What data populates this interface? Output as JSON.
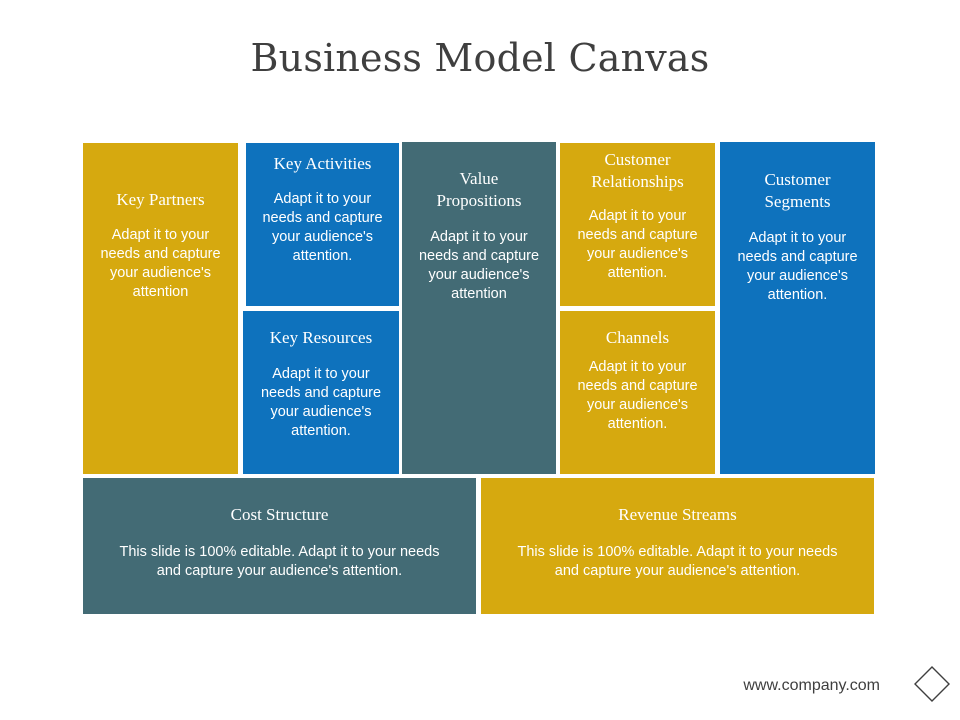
{
  "slide": {
    "title": "Business Model Canvas",
    "footer_url": "www.company.com"
  },
  "colors": {
    "gold": "#d6a90f",
    "blue": "#0e72bd",
    "slate": "#436b75",
    "title": "#3f3f3f"
  },
  "blocks": {
    "key_partners": {
      "title": "Key Partners",
      "body": "Adapt it to your needs and capture your audience's attention"
    },
    "key_activities": {
      "title": "Key Activities",
      "body": "Adapt it to your needs and capture your audience's attention."
    },
    "key_resources": {
      "title": "Key Resources",
      "body": "Adapt it to your needs and capture your audience's attention."
    },
    "value_propositions": {
      "title": "Value Propositions",
      "body": "Adapt it to your needs and capture your audience's attention"
    },
    "customer_relationships": {
      "title": "Customer Relationships",
      "body": "Adapt it to your needs and capture your audience's attention."
    },
    "channels": {
      "title": "Channels",
      "body": "Adapt it to your needs and capture your audience's attention."
    },
    "customer_segments": {
      "title": "Customer Segments",
      "body": "Adapt it to your needs and capture your audience's attention."
    },
    "cost_structure": {
      "title": "Cost Structure",
      "body": "This slide is 100% editable. Adapt it to your needs and capture your audience's attention."
    },
    "revenue_streams": {
      "title": "Revenue Streams",
      "body": "This slide is 100% editable. Adapt it to your needs and capture your audience's attention."
    }
  }
}
